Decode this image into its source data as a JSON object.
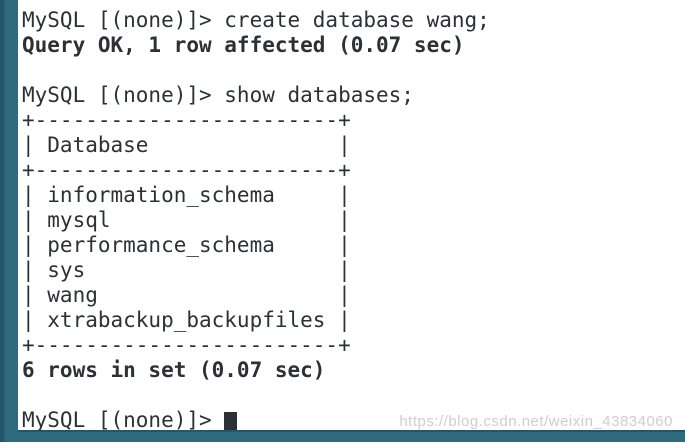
{
  "terminal": {
    "lines": [
      {
        "text": "MySQL [(none)]> create database wang;",
        "bold": false
      },
      {
        "text": "Query OK, 1 row affected (0.07 sec)",
        "bold": true
      },
      {
        "text": "",
        "bold": false
      },
      {
        "text": "MySQL [(none)]> show databases;",
        "bold": false
      },
      {
        "text": "+------------------------+",
        "bold": false
      },
      {
        "text": "| Database               |",
        "bold": false
      },
      {
        "text": "+------------------------+",
        "bold": false
      },
      {
        "text": "| information_schema     |",
        "bold": false
      },
      {
        "text": "| mysql                  |",
        "bold": false
      },
      {
        "text": "| performance_schema     |",
        "bold": false
      },
      {
        "text": "| sys                    |",
        "bold": false
      },
      {
        "text": "| wang                   |",
        "bold": false
      },
      {
        "text": "| xtrabackup_backupfiles |",
        "bold": false
      },
      {
        "text": "+------------------------+",
        "bold": false
      },
      {
        "text": "6 rows in set (0.07 sec)",
        "bold": true
      },
      {
        "text": "",
        "bold": false
      }
    ],
    "current_prompt": "MySQL [(none)]> "
  },
  "result_table": {
    "columns": [
      "Database"
    ],
    "rows": [
      "information_schema",
      "mysql",
      "performance_schema",
      "sys",
      "wang",
      "xtrabackup_backupfiles"
    ],
    "summary": "6 rows in set (0.07 sec)"
  },
  "commands": {
    "create_database": "create database wang;",
    "create_result": "Query OK, 1 row affected (0.07 sec)",
    "show_databases": "show databases;"
  },
  "watermark": "https://blog.csdn.net/weixin_43834060",
  "colors": {
    "frame_teal": "#2f6b7e",
    "frame_teal_dark": "#24566a",
    "background": "#ffffff",
    "text": "#2b3136",
    "cursor": "#2b3136",
    "watermark": "#c6c6c6"
  }
}
